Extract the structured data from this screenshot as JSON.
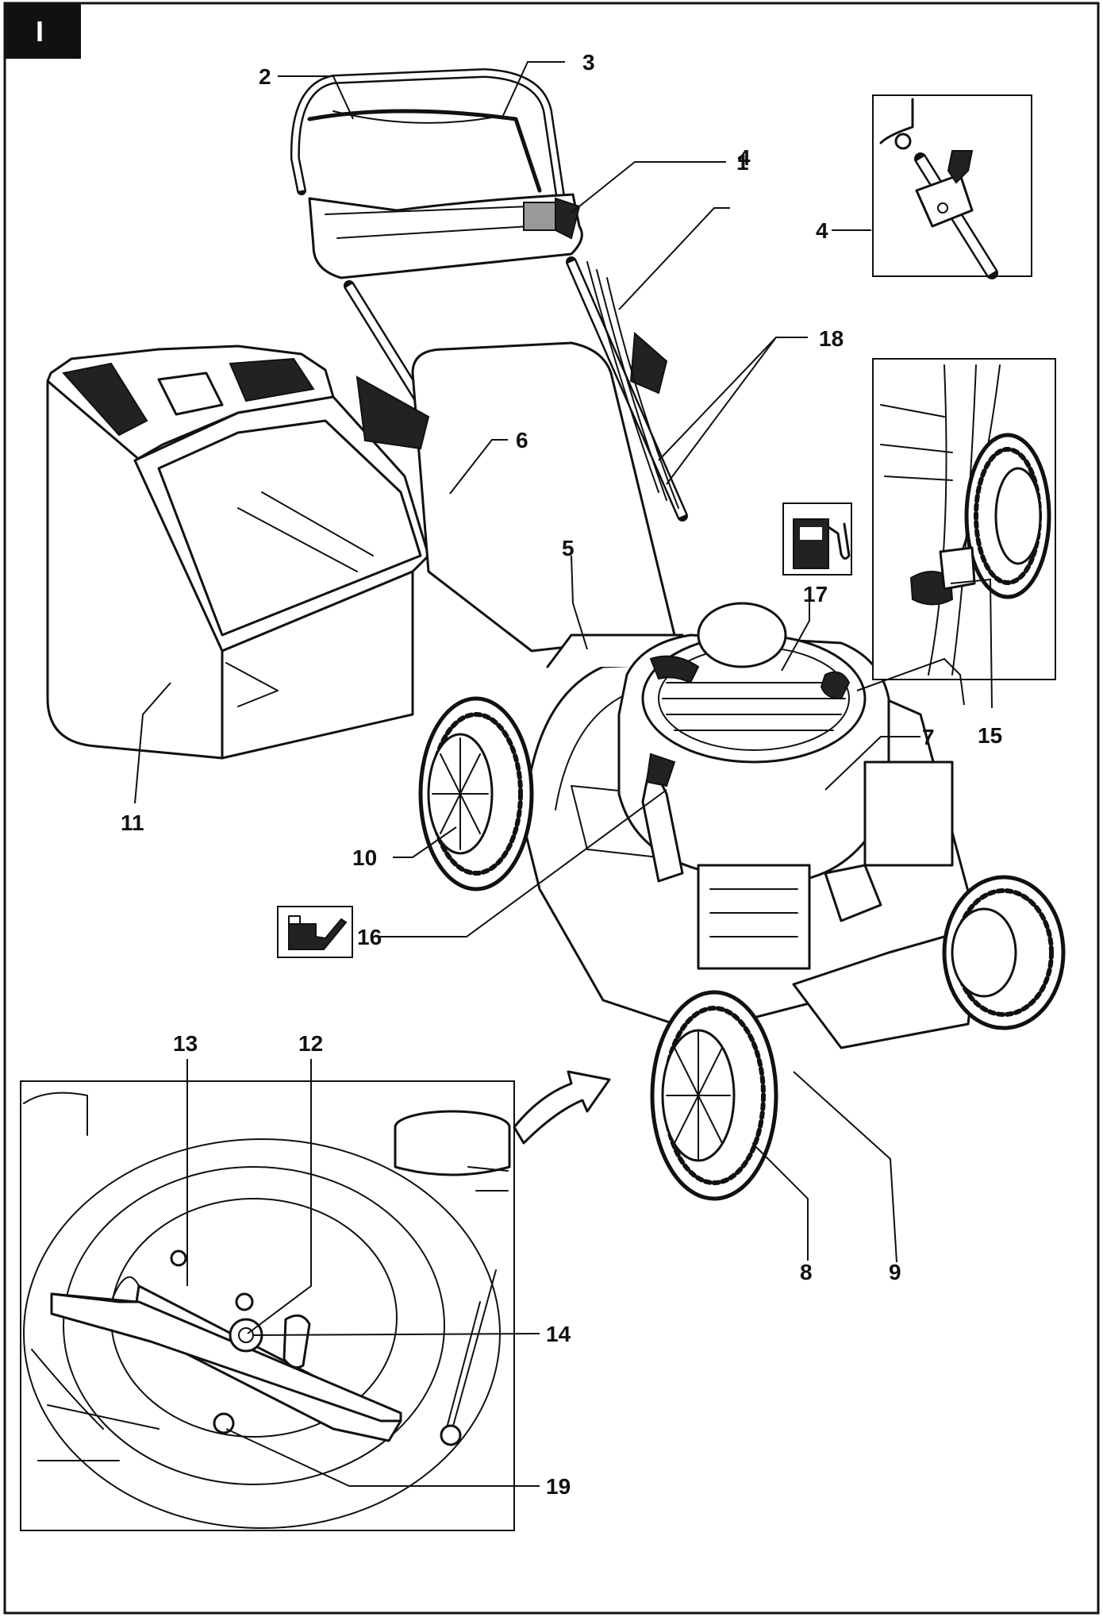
{
  "section": "I",
  "callouts": {
    "c1": "1",
    "c2": "2",
    "c3": "3",
    "c4": "4",
    "c4b": "4",
    "c5": "5",
    "c6": "6",
    "c7": "7",
    "c8": "8",
    "c9": "9",
    "c10": "10",
    "c11": "11",
    "c12": "12",
    "c13": "13",
    "c14": "14",
    "c15": "15",
    "c16": "16",
    "c17": "17",
    "c18": "18",
    "c19": "19"
  },
  "icons": {
    "fuel": "fuel-pump-icon",
    "oil": "oil-can-icon"
  }
}
